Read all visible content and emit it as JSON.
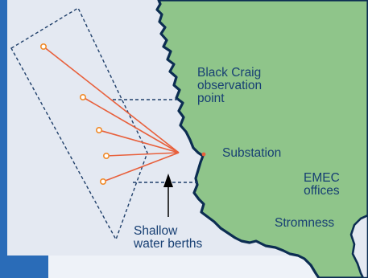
{
  "labels": {
    "black_craig": [
      "Black Craig",
      "observation",
      "point"
    ],
    "substation": "Substation",
    "emec": [
      "EMEC",
      "offices"
    ],
    "stromness": "Stromness",
    "shallow": [
      "Shallow",
      "water berths"
    ]
  },
  "turbine_count": 5,
  "colors": {
    "sea": "#e4e9f2",
    "land": "#8fc58a",
    "coast": "#0c2d52",
    "cable": "#e8603c",
    "turbine": "#f08a2a",
    "boundary": "#1f3f6a",
    "label_text": "#173f73",
    "arrow": "#000000",
    "outer_frame": "#2a6cb8"
  }
}
